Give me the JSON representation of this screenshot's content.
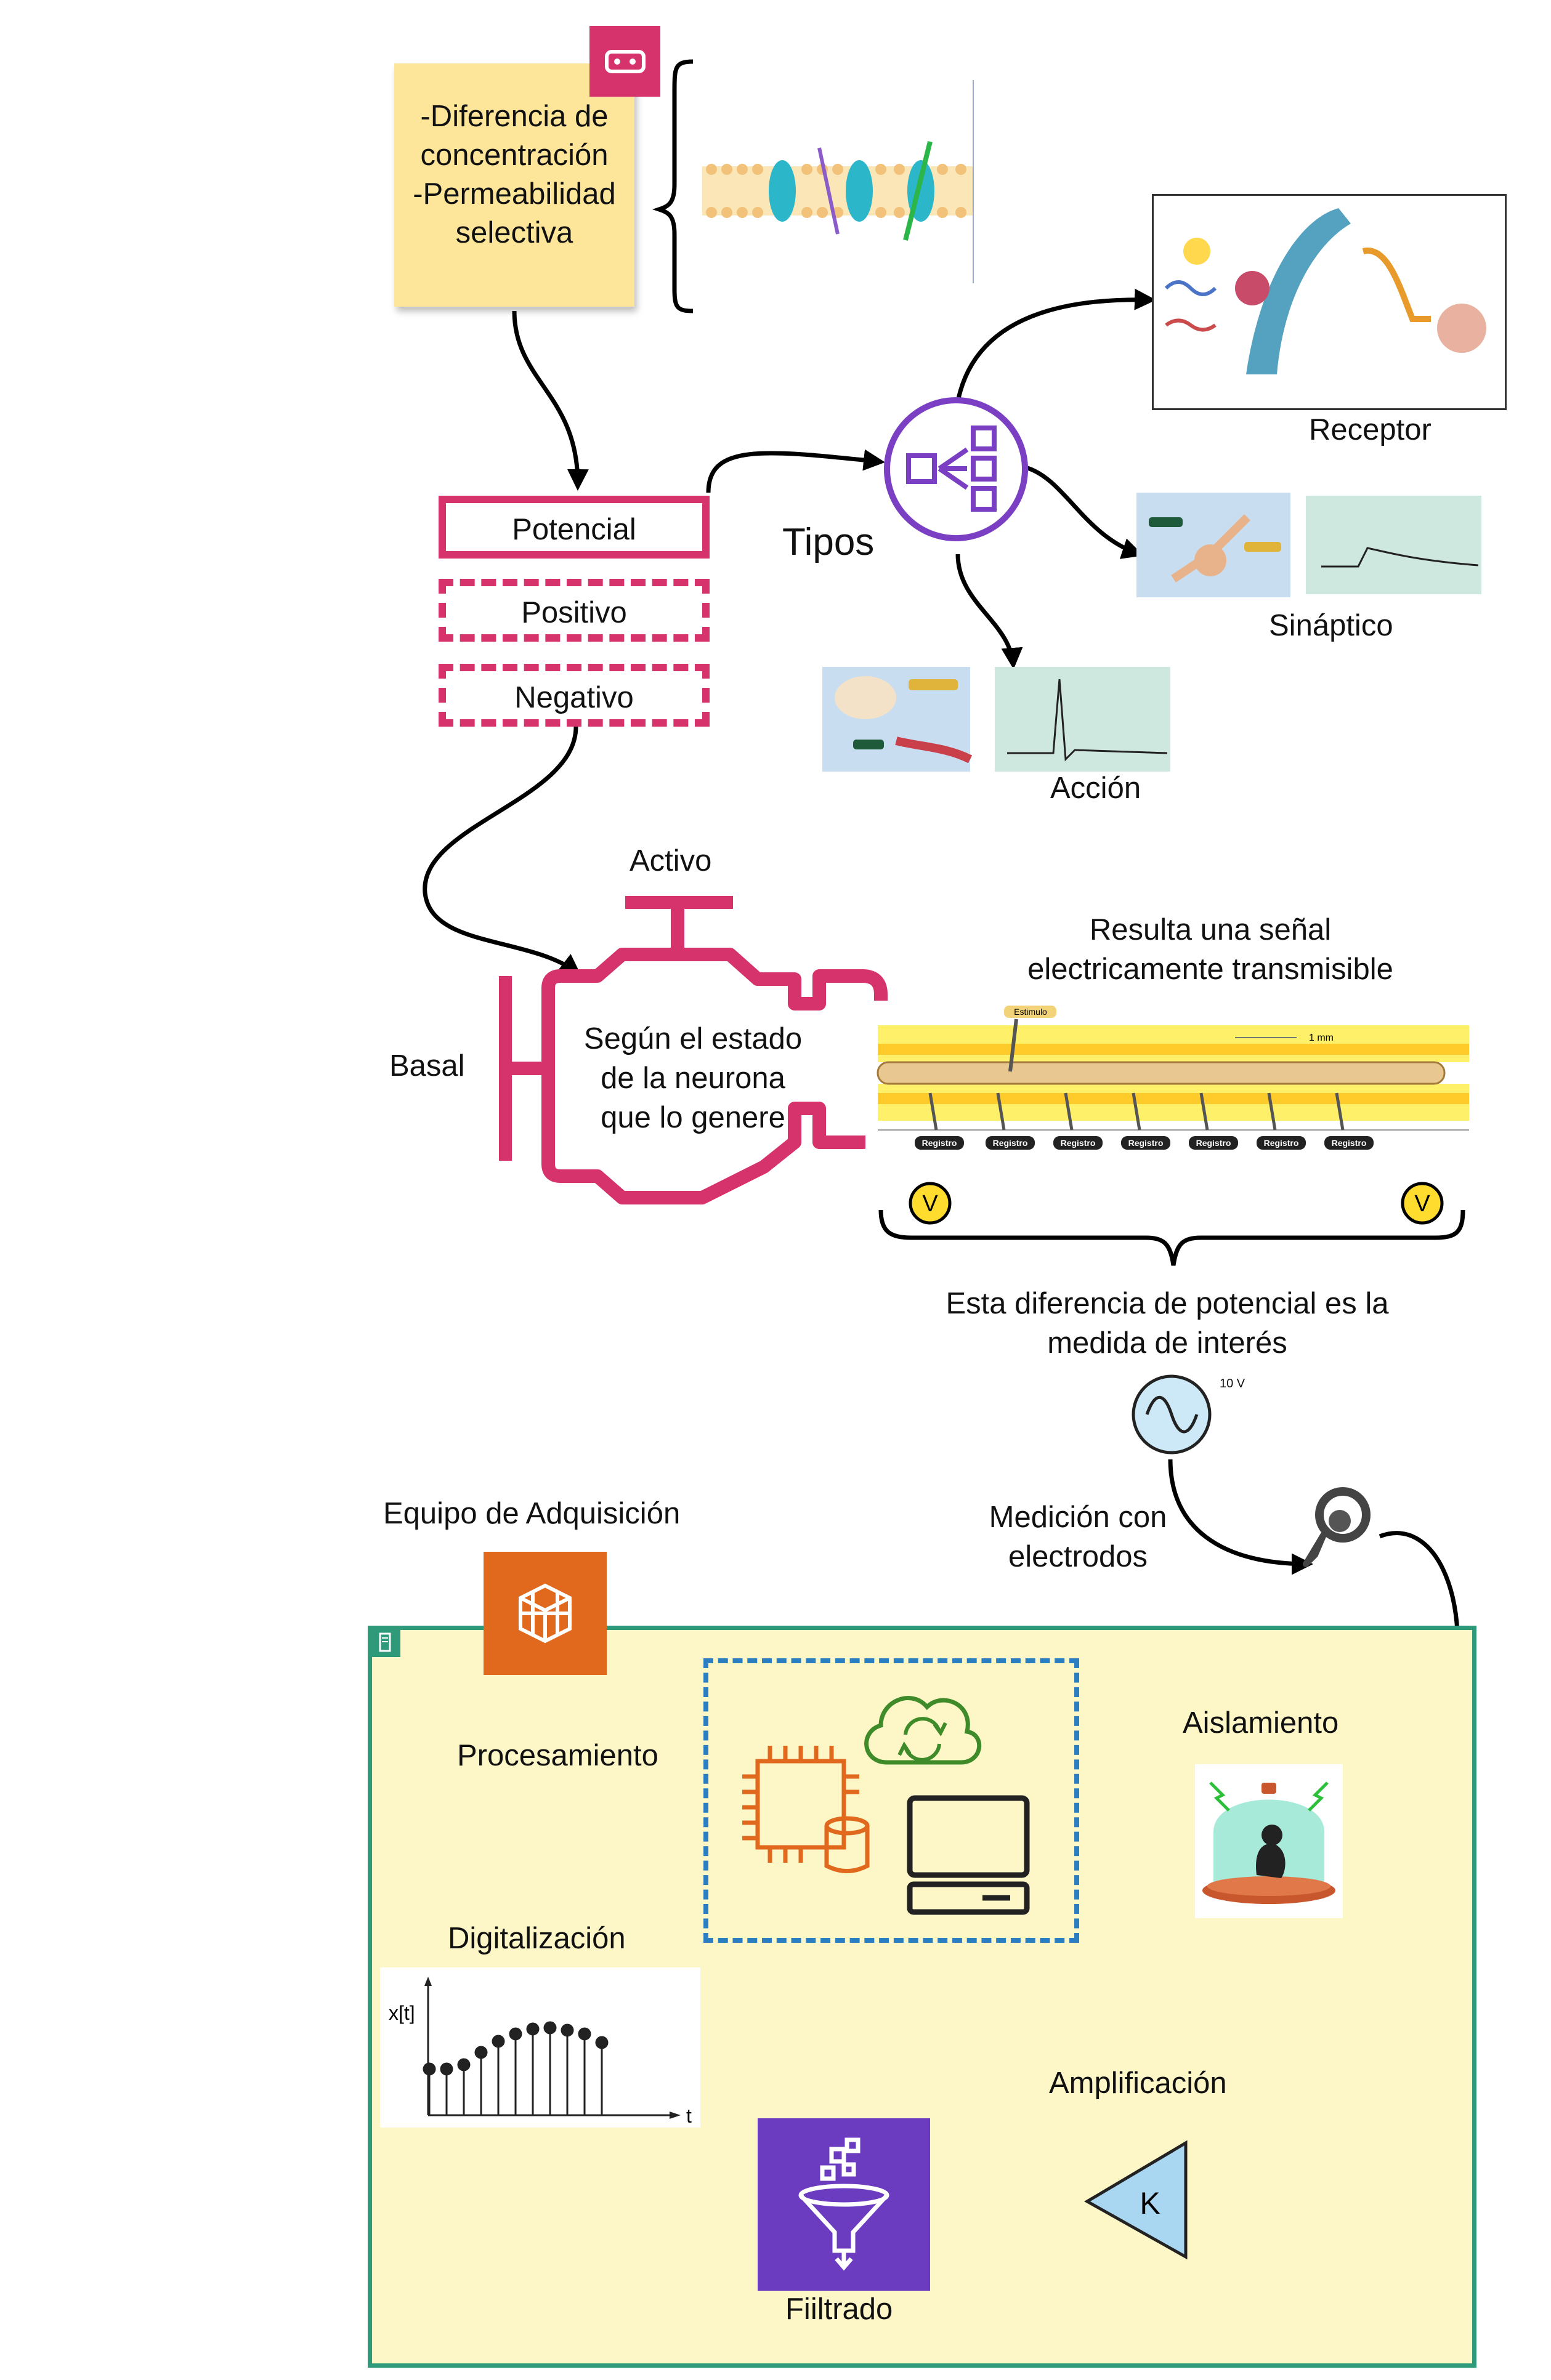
{
  "note": {
    "lines": [
      "-Diferencia de",
      "concentración",
      "-Permeabilidad",
      "selectiva"
    ]
  },
  "potential_box": {
    "title": "Potencial",
    "positive": "Positivo",
    "negative": "Negativo"
  },
  "types": {
    "label": "Tipos",
    "receptor": "Receptor",
    "synaptic": "Sináptico",
    "action": "Acción"
  },
  "engine": {
    "active": "Activo",
    "basal": "Basal",
    "text_lines": [
      "Según el estado",
      "de la neurona",
      "que lo genere"
    ]
  },
  "signal": {
    "lines": [
      "Resulta una señal",
      "electricamente transmisible"
    ],
    "record_tags": [
      "Registro",
      "Registro",
      "Registro",
      "Registro",
      "Registro",
      "Registro",
      "Registro"
    ],
    "stimulate_tag": "Estimulo",
    "scale": "1 mm",
    "voltmeter_symbol": "V"
  },
  "measure": {
    "lines": [
      "Esta diferencia de potencial es la",
      "medida de interés"
    ],
    "source_label": "10 V",
    "electrodes_lines": [
      "Medición con",
      "electrodos"
    ]
  },
  "acquisition": {
    "title": "Equipo de Adquisición",
    "processing": "Procesamiento",
    "digitization": "Digitalización",
    "isolation": "Aislamiento",
    "amplification": "Amplificación",
    "filtering": "Fiiltrado",
    "amp_gain": "K",
    "plot_ylabel": "x[t]",
    "plot_xlabel": "t"
  },
  "colors": {
    "magenta": "#d6336c",
    "purple": "#7b3fc4",
    "orange": "#e0691e",
    "green_border": "#2e9a7a",
    "panel": "#fdf6c6",
    "blue_dash": "#2b7fc1",
    "sticky": "#fde59a"
  }
}
